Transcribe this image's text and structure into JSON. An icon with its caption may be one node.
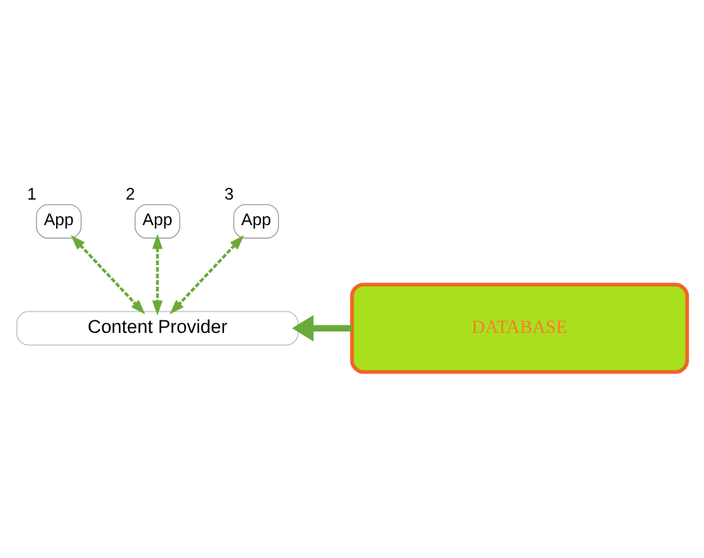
{
  "diagram": {
    "nodes": [
      {
        "text": [
          "App"
        ],
        "beside": [
          "1"
        ]
      },
      {
        "text": [
          "App"
        ],
        "beside": [
          "2"
        ]
      },
      {
        "text": [
          "App"
        ],
        "beside": [
          "3"
        ]
      },
      {
        "text": [
          "Content Provider"
        ]
      },
      {
        "text": [
          "DATABASE"
        ]
      }
    ],
    "edges": [
      {
        "from": 0,
        "to": 3,
        "arrow": "both",
        "style": "dashed"
      },
      {
        "from": 1,
        "to": 3,
        "arrow": "both",
        "style": "dashed"
      },
      {
        "from": 2,
        "to": 3,
        "arrow": "both",
        "style": "dashed"
      },
      {
        "from": 4,
        "to": 3,
        "arrow": "to",
        "style": "thick"
      }
    ]
  }
}
